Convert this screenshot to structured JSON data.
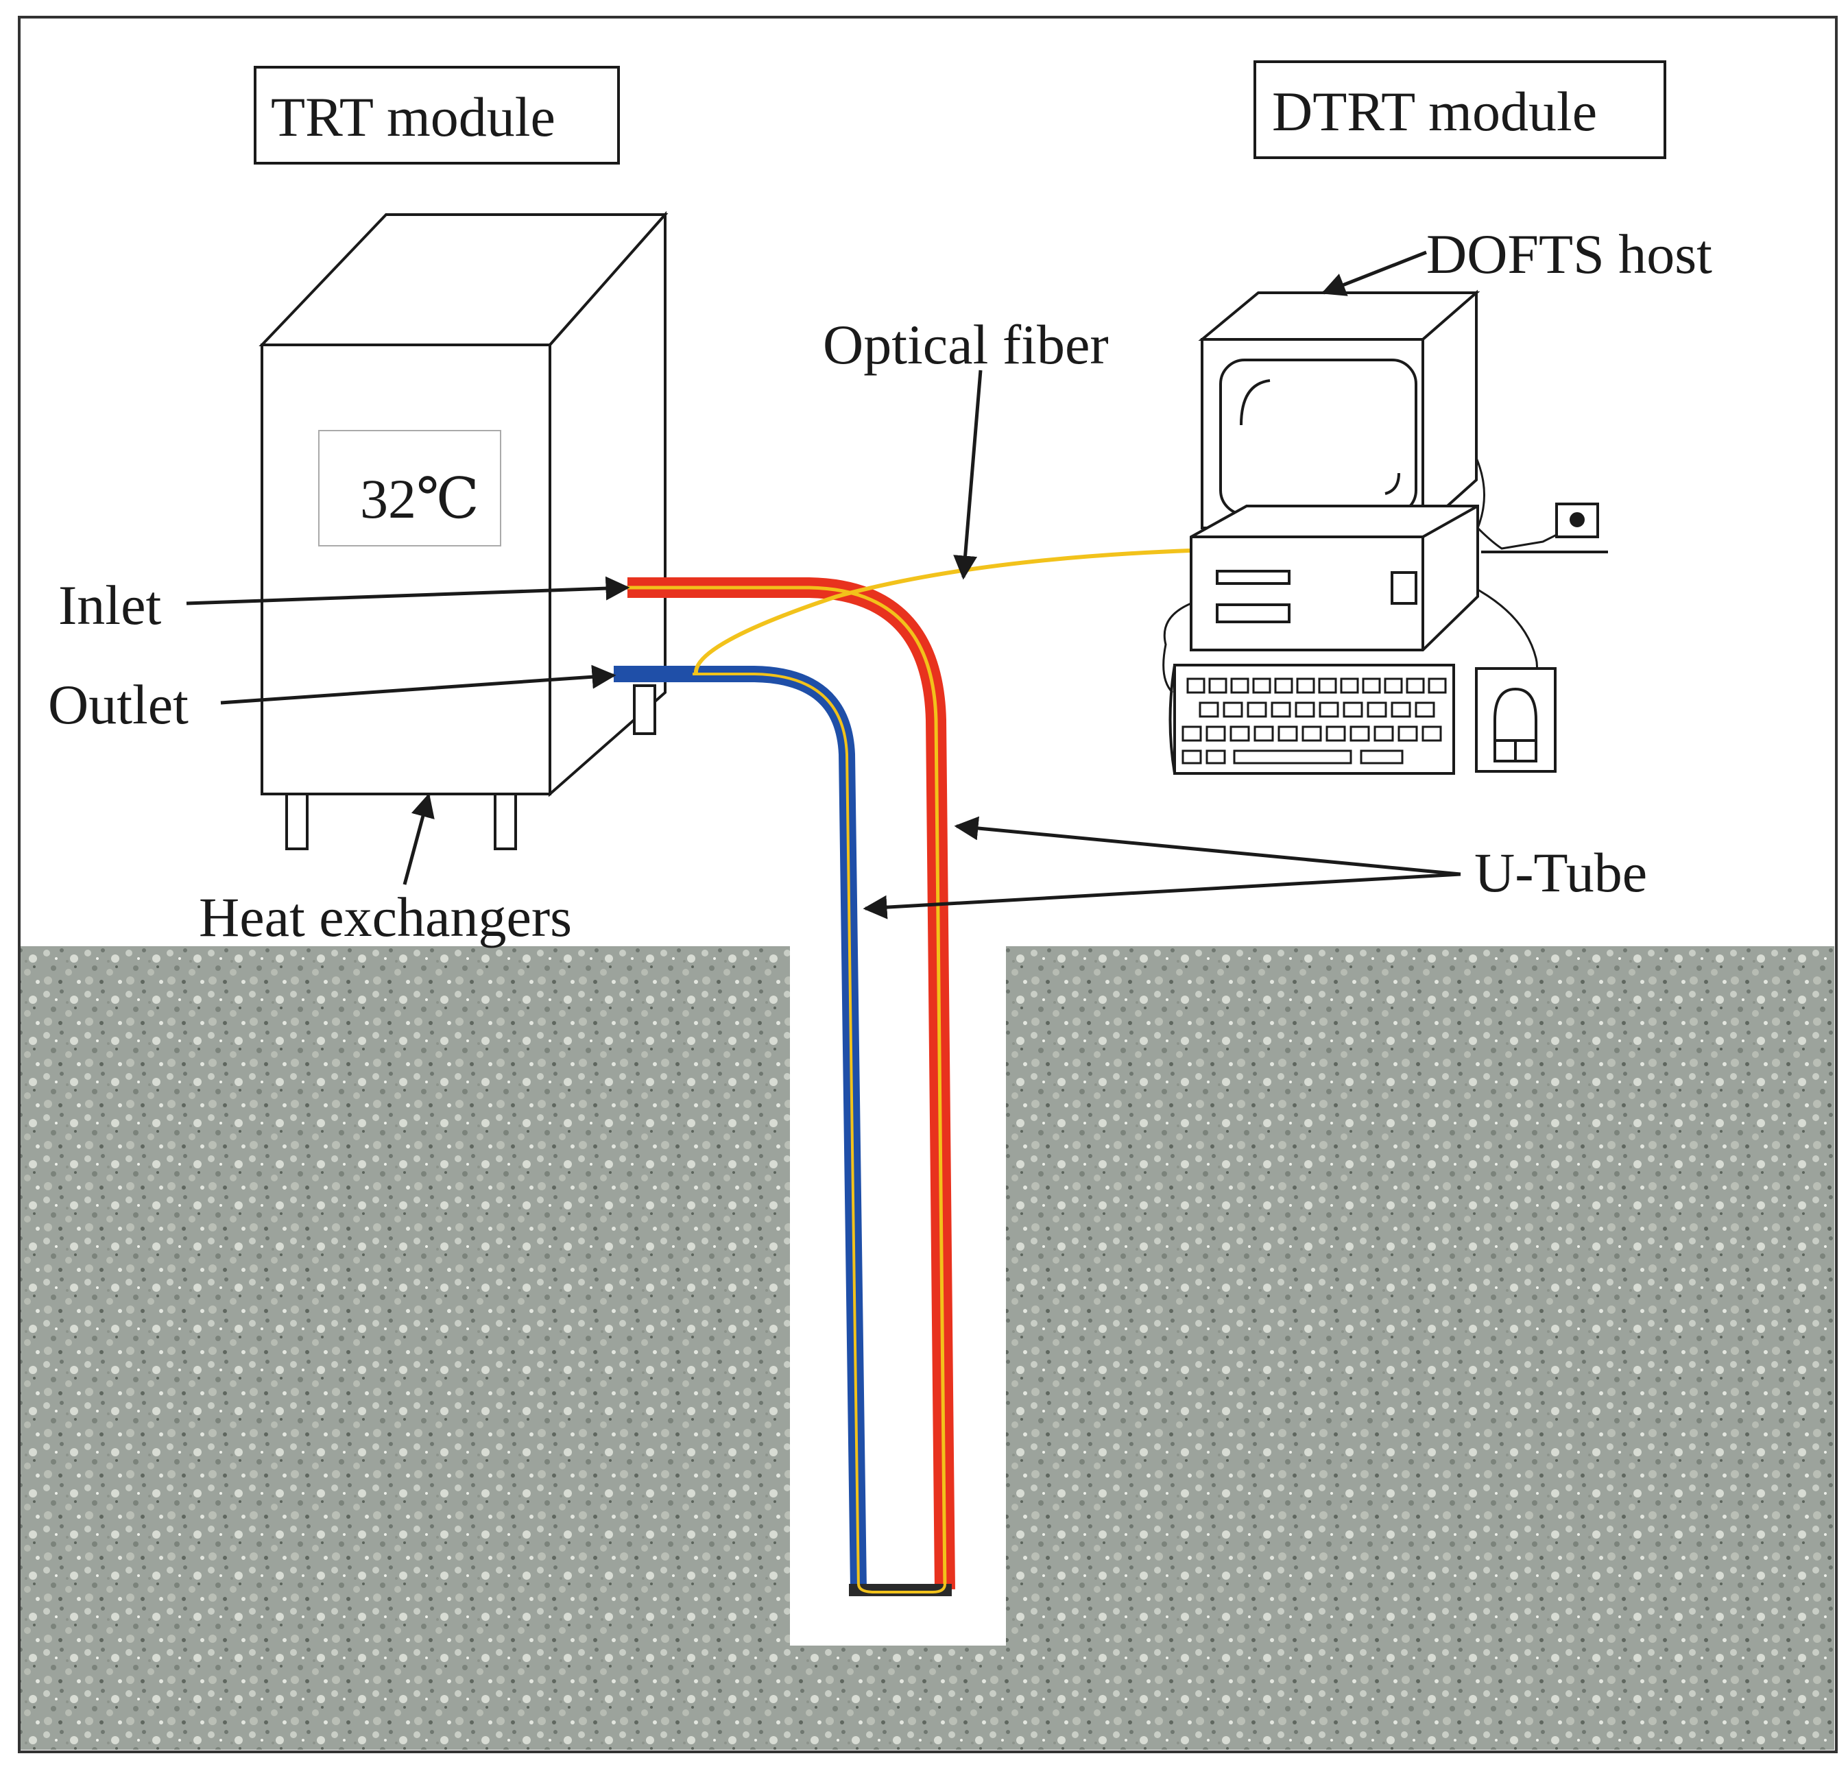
{
  "labels": {
    "trt_module": "TRT module",
    "dtrt_module": "DTRT module",
    "dofts_host": "DOFTS host",
    "optical_fiber": "Optical fiber",
    "inlet": "Inlet",
    "outlet": "Outlet",
    "heat_exchangers": "Heat exchangers",
    "u_tube": "U-Tube",
    "display_temp": "32℃"
  },
  "colors": {
    "hot_pipe": "#e8321e",
    "cold_pipe": "#1f4fa8",
    "fiber": "#f2c21b",
    "soil": "#9aa19a",
    "line": "#1a1a1a"
  },
  "icons": {
    "heater": "heater-cabinet-icon",
    "computer": "computer-icon",
    "keyboard": "keyboard-icon",
    "mouse": "mouse-icon",
    "socket": "power-socket-icon"
  }
}
